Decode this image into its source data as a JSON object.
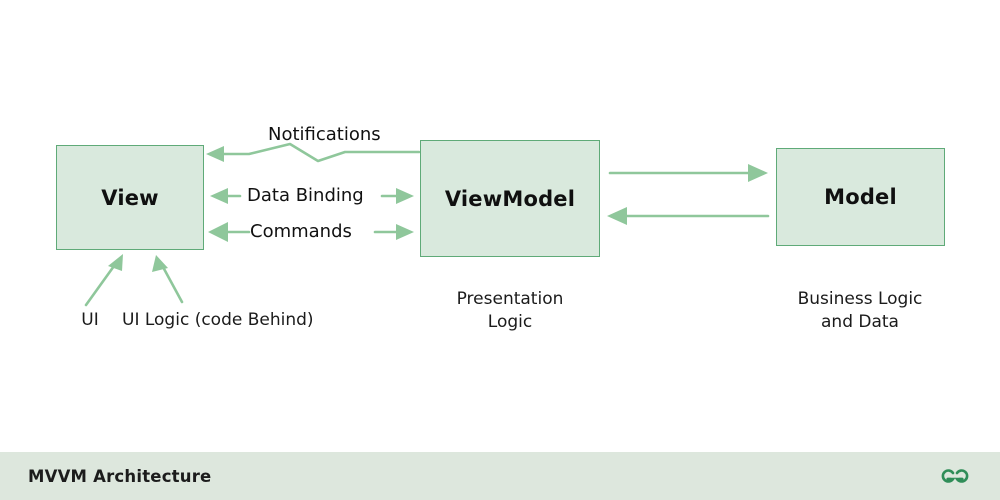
{
  "diagram": {
    "title": "MVVM Architecture",
    "colors": {
      "box_fill": "#d9e9dd",
      "box_border": "#5faa78",
      "arrow": "#8fc79b",
      "footer_bg": "#dde7dd",
      "logo_green": "#2f8d58",
      "text": "#111111",
      "page_bg": "#ffffff"
    },
    "nodes": [
      {
        "id": "view",
        "label": "View",
        "caption": ""
      },
      {
        "id": "viewmodel",
        "label": "ViewModel",
        "caption": "Presentation\nLogic"
      },
      {
        "id": "model",
        "label": "Model",
        "caption": "Business Logic\nand Data"
      }
    ],
    "edges": [
      {
        "id": "notifications",
        "label": "Notifications",
        "from": "viewmodel",
        "to": "view",
        "direction": "left",
        "style": "zigzag"
      },
      {
        "id": "databinding",
        "label": "Data Binding",
        "from": "view",
        "to": "viewmodel",
        "direction": "both",
        "style": "straight"
      },
      {
        "id": "commands",
        "label": "Commands",
        "from": "view",
        "to": "viewmodel",
        "direction": "both",
        "style": "straight"
      },
      {
        "id": "vm-to-model",
        "label": "",
        "from": "viewmodel",
        "to": "model",
        "direction": "right",
        "style": "straight"
      },
      {
        "id": "model-to-vm",
        "label": "",
        "from": "model",
        "to": "viewmodel",
        "direction": "left",
        "style": "straight"
      },
      {
        "id": "ui-to-view",
        "label": "UI",
        "from": "ui",
        "to": "view",
        "direction": "up",
        "style": "diagonal"
      },
      {
        "id": "uilogic-to-view",
        "label": "UI Logic",
        "from": "uilogic",
        "to": "view",
        "direction": "up",
        "style": "diagonal"
      }
    ],
    "annotations": [
      {
        "id": "ui",
        "text": "UI"
      },
      {
        "id": "uilogic",
        "text": "UI Logic\n(code Behind)"
      }
    ]
  },
  "footer": {
    "title": "MVVM Architecture",
    "logo_name": "geeksforgeeks-logo"
  }
}
